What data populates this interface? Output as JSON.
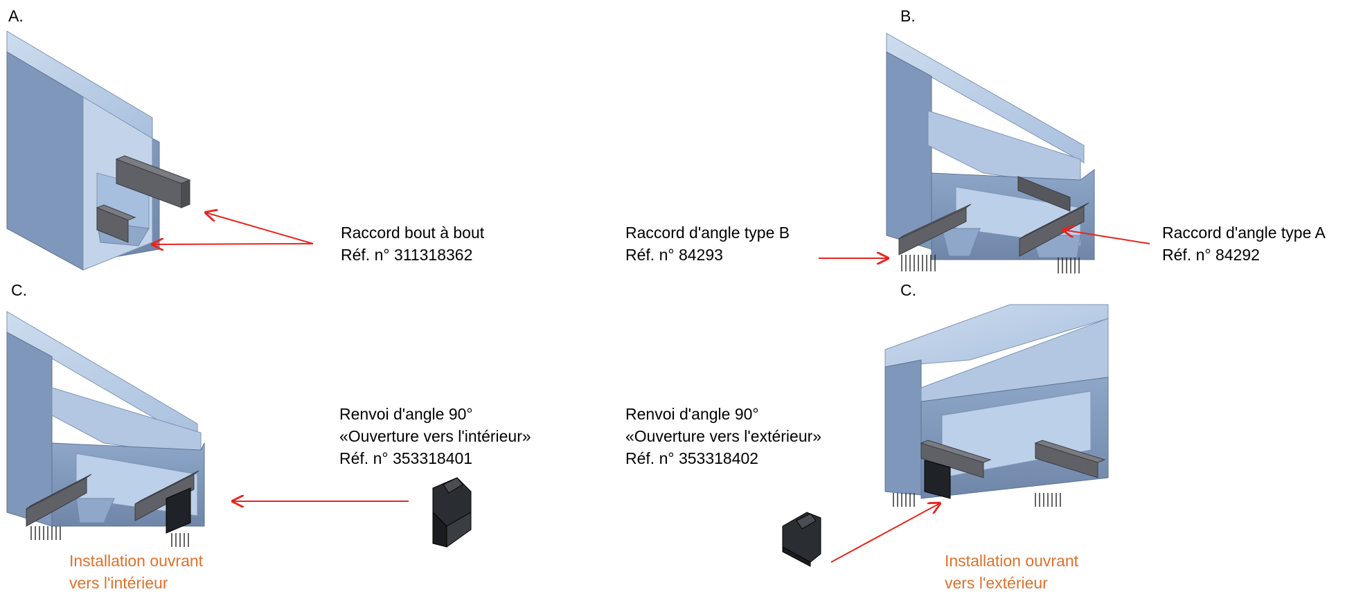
{
  "sections": {
    "a": "A.",
    "b": "B.",
    "c1": "C.",
    "c2": "C."
  },
  "captions": {
    "raccord_bout": {
      "name": "Raccord bout à bout",
      "ref": "Réf. n° 311318362"
    },
    "angle_b": {
      "name": "Raccord d'angle type B",
      "ref": "Réf. n° 84293"
    },
    "angle_a": {
      "name": "Raccord d'angle type A",
      "ref": "Réf. n° 84292"
    },
    "renvoi_int": {
      "name": "Renvoi d'angle 90°",
      "opening": "«Ouverture vers l'intérieur»",
      "ref": "Réf. n° 353318401"
    },
    "renvoi_ext": {
      "name": "Renvoi d'angle 90°",
      "opening": "«Ouverture vers l'extérieur»",
      "ref": "Réf. n° 353318402"
    }
  },
  "notes": {
    "int": {
      "line1": "Installation ouvrant",
      "line2": "vers l'intérieur"
    },
    "ext": {
      "line1": "Installation ouvrant",
      "line2": "vers l'extérieur"
    }
  },
  "colors": {
    "arrow": "#e8231e",
    "note": "#e0702a",
    "profile_light": "#b9cde6",
    "profile_mid": "#8ea7c9",
    "profile_dark": "#6f86a8",
    "connector": "#5f6166",
    "part_dark": "#1f2226"
  }
}
